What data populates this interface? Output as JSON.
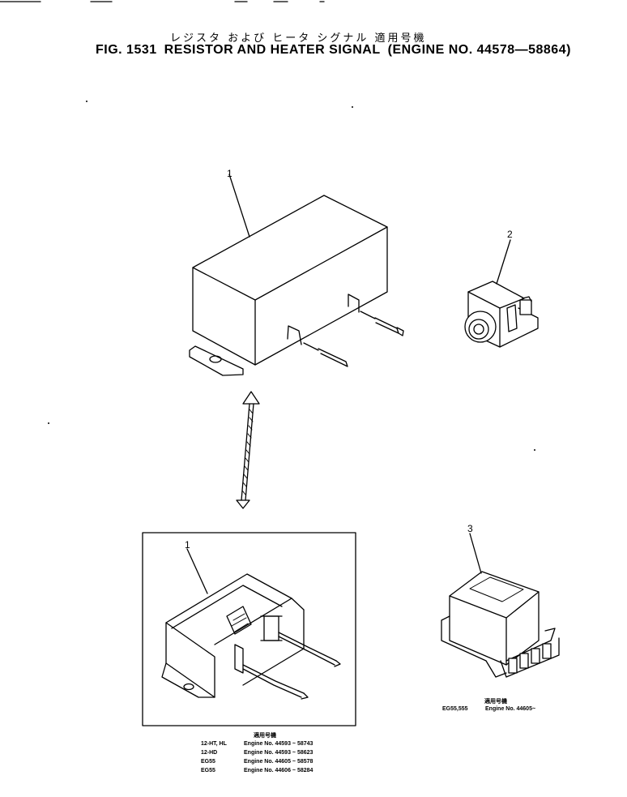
{
  "title_jp": "レジスタ および ヒータ シグナル 適用号機",
  "figure": {
    "number": "FIG. 1531",
    "title": "RESISTOR AND HEATER SIGNAL",
    "engine_range": "(ENGINE NO. 44578—58864)"
  },
  "callouts": [
    "1",
    "2",
    "3",
    "1"
  ],
  "applicability_small": {
    "heading": "適用号機",
    "rows": [
      {
        "model": "EG55,555",
        "engine": "Engine No. 44605~"
      }
    ]
  },
  "applicability_main": {
    "heading": "適用号機",
    "rows": [
      {
        "model": "12-HT, HL",
        "engine": "Engine No. 44593 ~ 58743"
      },
      {
        "model": "12-HD",
        "engine": "Engine No. 44593 ~ 58623"
      },
      {
        "model": "EG55",
        "engine": "Engine No. 44605 ~ 58578"
      },
      {
        "model": "EG55",
        "engine": "Engine No. 44606 ~ 58284"
      }
    ]
  }
}
